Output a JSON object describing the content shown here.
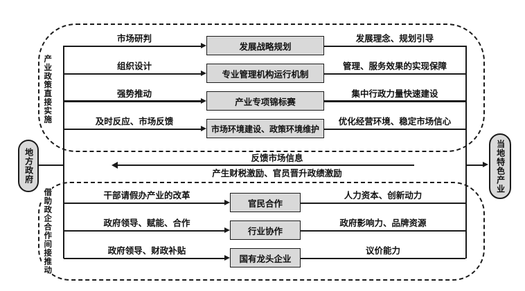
{
  "left_node": {
    "label": "地方政府"
  },
  "right_node": {
    "label": "当地特色产业"
  },
  "top": {
    "side_label": "产业政策直接实施",
    "rows": [
      {
        "left_label": "市场研判",
        "box": "发展战略规划",
        "right_label": "发展理念、规划引导",
        "emphasized": false
      },
      {
        "left_label": "组织设计",
        "box": "专业管理机构运行机制",
        "right_label": "管理、服务效果的实现保障",
        "emphasized": false
      },
      {
        "left_label": "强势推动",
        "box": "产业专项锦标赛",
        "right_label": "集中行政力量快速建设",
        "emphasized": true
      },
      {
        "left_label": "及时反应、市场反馈",
        "box": "市场环境建设、政策环境维护",
        "right_label": "优化经营环境、稳定市场信心",
        "emphasized": false
      }
    ]
  },
  "feedback": {
    "line1": "反馈市场信息",
    "line2": "产生财税激励、官员晋升政绩激励"
  },
  "bottom": {
    "side_label": "借助政企合作间接推动",
    "rows": [
      {
        "left_label": "干部请假办产业的改革",
        "box": "官民合作",
        "right_label": "人力资本、创新动力",
        "emphasized": false
      },
      {
        "left_label": "政府领导、赋能、合作",
        "box": "行业协作",
        "right_label": "政府影响力、品牌资源",
        "emphasized": false
      },
      {
        "left_label": "政府领导、财政补贴",
        "box": "国有龙头企业",
        "right_label": "议价能力",
        "emphasized": false
      }
    ]
  },
  "colors": {
    "node_fill": "#d9d9d9",
    "line": "#1a1a1a",
    "background": "#ffffff"
  }
}
